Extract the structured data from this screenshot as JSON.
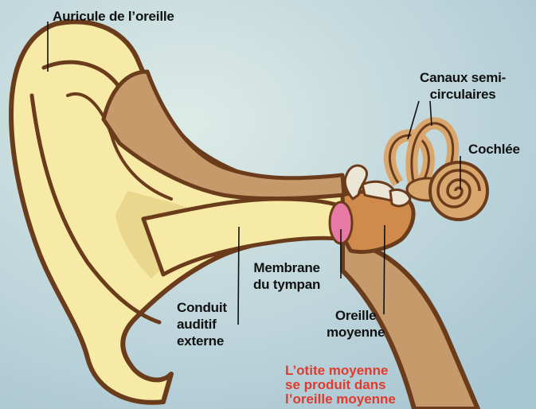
{
  "labels": {
    "auricle": "Auricule de l’oreille",
    "canals_1": "Canaux semi-",
    "canals_2": "circulaires",
    "cochlea": "Cochlée",
    "eardrum_1": "Membrane",
    "eardrum_2": "du tympan",
    "canal_1": "Conduit",
    "canal_2": "auditif",
    "canal_3": "externe",
    "middle_1": "Oreille",
    "middle_2": "moyenne"
  },
  "note": {
    "line_1": "L’otite moyenne",
    "line_2": "se produit dans",
    "line_3": "l’oreille moyenne"
  },
  "colors": {
    "background_top": "#ddebe6",
    "background_bottom": "#a9c6d3",
    "skin": "#f6eaa6",
    "skin_shadow": "#e3cf82",
    "outline": "#6b3c1b",
    "canal_tissue": "#c79a6b",
    "middle_ear": "#d08a4b",
    "eardrum": "#e77aa4",
    "inner_ear": "#d9a66d",
    "ossicles": "#ebe6d6",
    "note_text": "#e03a2f"
  },
  "icons": [
    "ear-diagram-illustration"
  ]
}
